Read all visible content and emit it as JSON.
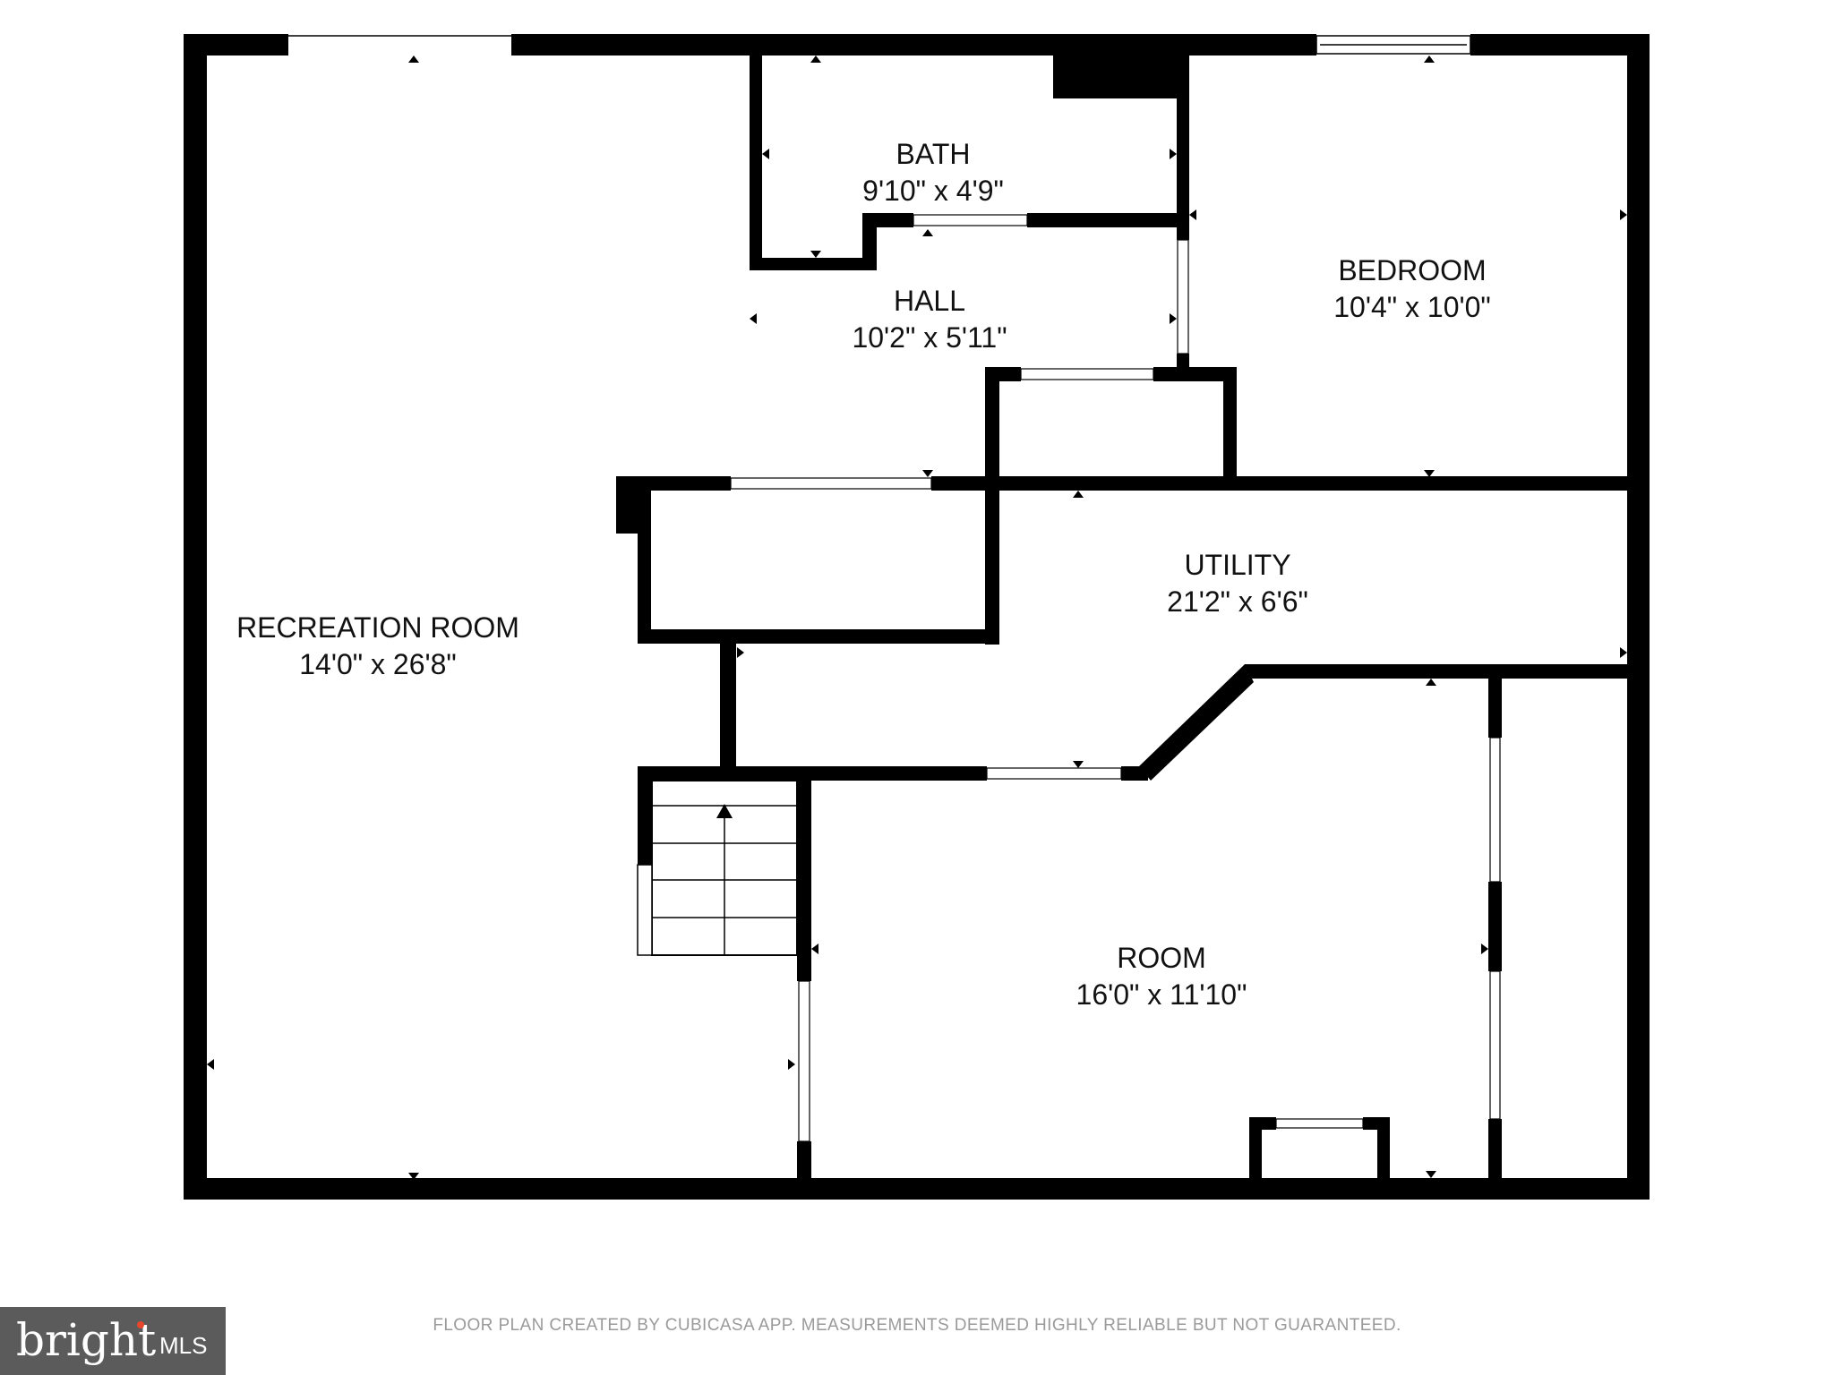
{
  "rooms": [
    {
      "id": "recreation",
      "name": "RECREATION ROOM",
      "dims": "14'0\" x 26'8\""
    },
    {
      "id": "bath",
      "name": "BATH",
      "dims": "9'10\" x 4'9\""
    },
    {
      "id": "hall",
      "name": "HALL",
      "dims": "10'2\" x 5'11\""
    },
    {
      "id": "bedroom",
      "name": "BEDROOM",
      "dims": "10'4\" x 10'0\""
    },
    {
      "id": "utility",
      "name": "UTILITY",
      "dims": "21'2\" x 6'6\""
    },
    {
      "id": "room",
      "name": "ROOM",
      "dims": "16'0\" x 11'10\""
    }
  ],
  "disclaimer": "FLOOR PLAN CREATED BY CUBICASA APP. MEASUREMENTS DEEMED HIGHLY RELIABLE BUT NOT GUARANTEED.",
  "branding": {
    "logo_text": "bright",
    "logo_suffix": "MLS"
  },
  "colors": {
    "wall": "#000000",
    "background": "#ffffff",
    "text": "#111111",
    "disclaimer": "#9a9a9a",
    "logo_bg": "#5b5b5b",
    "logo_accent": "#e8472c"
  }
}
